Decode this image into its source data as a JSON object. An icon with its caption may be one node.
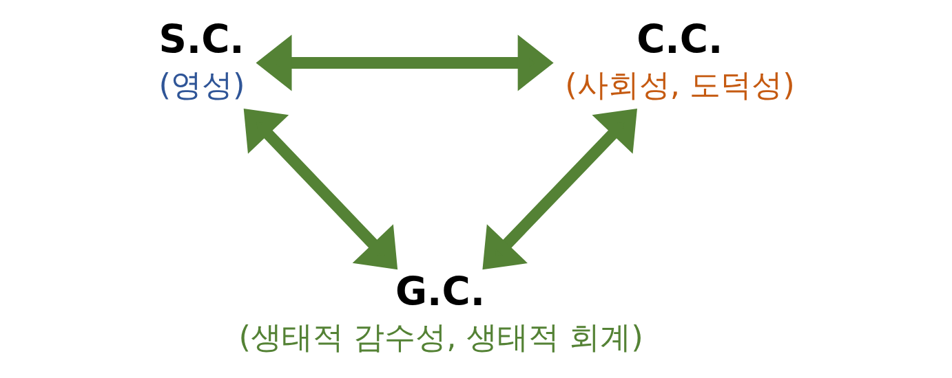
{
  "diagram": {
    "nodes": [
      {
        "text": [
          "S.C.",
          "(영성)"
        ]
      },
      {
        "text": [
          "C.C.",
          "(사회성, 도덕성)"
        ]
      },
      {
        "text": [
          "G.C.",
          "(생태적 감수성, 생태적 회계)"
        ]
      }
    ],
    "edges": [
      {
        "from": 0,
        "to": 1,
        "arrow": "both"
      },
      {
        "from": 0,
        "to": 2,
        "arrow": "both"
      },
      {
        "from": 1,
        "to": 2,
        "arrow": "both"
      }
    ]
  }
}
